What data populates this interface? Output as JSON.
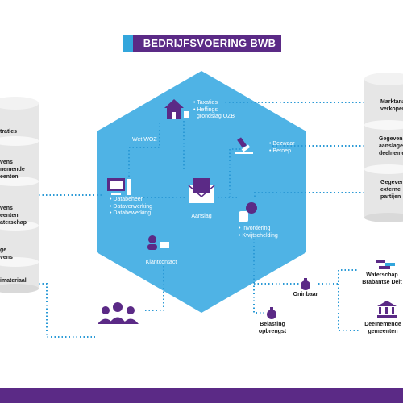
{
  "title": "BEDRIJFSVOERING BWB",
  "left_db": {
    "items": [
      "tratles",
      "vens",
      "nemende",
      "eenten",
      "vens",
      "eenten",
      "aterschap",
      "ge",
      "vens",
      "imateriaal"
    ]
  },
  "right_db": {
    "items": [
      "Marktanal",
      "verkoper",
      "Gegevens",
      "aanslager",
      "deelneme",
      "Gegevens",
      "externe",
      "partijen"
    ]
  },
  "hexagon": {
    "wet_woz": "Wet WOZ",
    "taxaties": [
      "• Taxaties",
      "• Heffings",
      "grondslag OZB"
    ],
    "bezwaar": [
      "• Bezwaar",
      "• Beroep"
    ],
    "data": [
      "• Databeheer",
      "• Dataverwerking",
      "• Databewerking"
    ],
    "aanslag": "Aanslag",
    "inning": [
      "• Invordering",
      "• Kwijtschelding"
    ],
    "klantcontact": "Klantcontact"
  },
  "outputs": {
    "oninbaar": "Oninbaar",
    "belasting": [
      "Belasting",
      "opbrengst"
    ],
    "waterschap": [
      "Waterschap",
      "Brabantse Delt"
    ],
    "gemeenten": [
      "Deelnemende",
      "gemeenten"
    ]
  },
  "colors": {
    "hexagon": "#4fb3e5",
    "purple": "#5b2a86",
    "accent": "#33a6dc",
    "db": "#e8e8e8",
    "dots": "#2b9ad6"
  },
  "icons": [
    "house-icon",
    "gavel-icon",
    "computer-icon",
    "envelope-icon",
    "hand-coin-icon",
    "contact-icon",
    "people-icon",
    "moneybag-icon",
    "coins-stack-icon",
    "bank-icon"
  ]
}
